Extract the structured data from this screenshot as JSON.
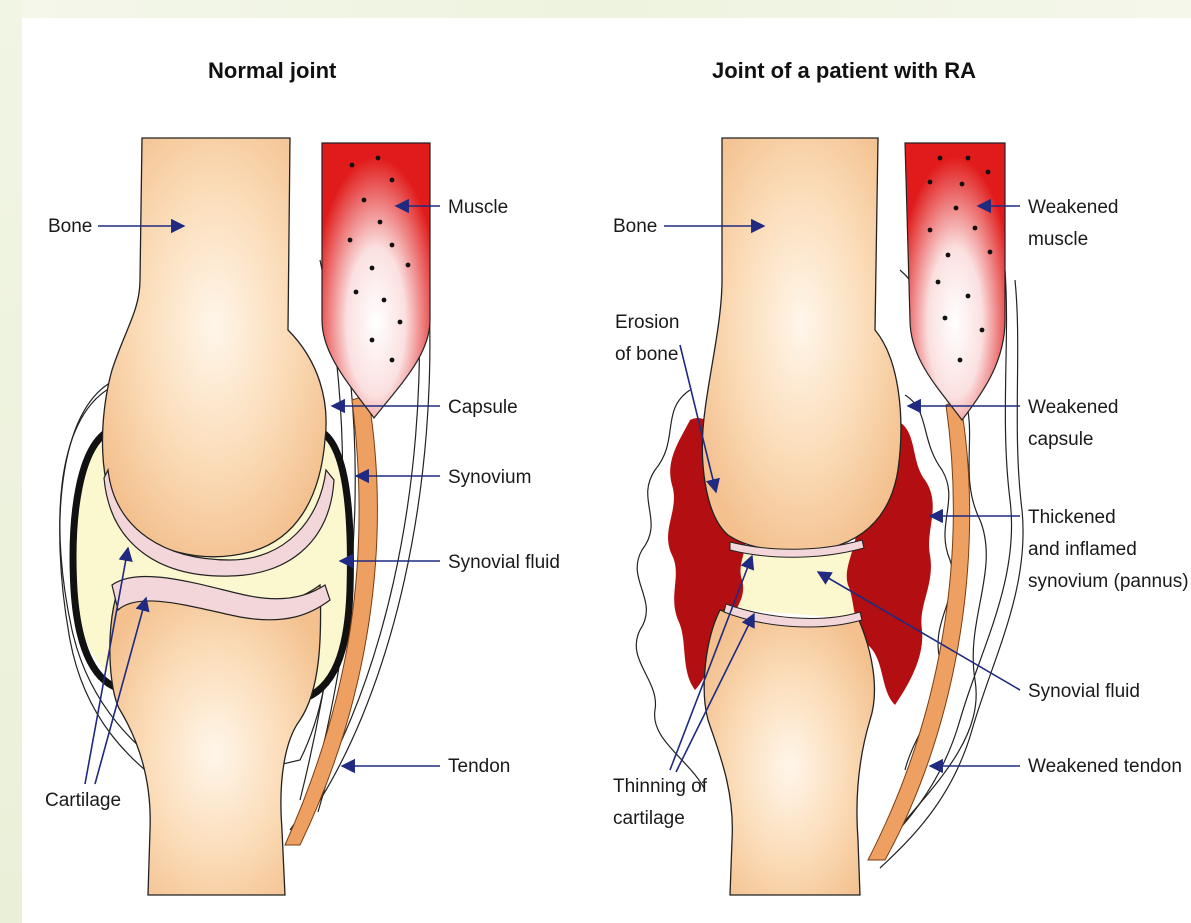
{
  "left": {
    "title": "Normal joint",
    "labels": {
      "bone": "Bone",
      "muscle": "Muscle",
      "capsule": "Capsule",
      "synovium": "Synovium",
      "synovial_fluid": "Synovial fluid",
      "tendon": "Tendon",
      "cartilage": "Cartilage"
    }
  },
  "right": {
    "title": "Joint of a patient with RA",
    "labels": {
      "bone": "Bone",
      "weakened_muscle_1": "Weakened",
      "weakened_muscle_2": "muscle",
      "erosion_1": "Erosion",
      "erosion_2": "of bone",
      "weakened_capsule_1": "Weakened",
      "weakened_capsule_2": "capsule",
      "pannus_1": "Thickened",
      "pannus_2": "and inflamed",
      "pannus_3": "synovium (pannus)",
      "synovial_fluid": "Synovial fluid",
      "weakened_tendon": "Weakened tendon",
      "thinning_1": "Thinning of",
      "thinning_2": "cartilage"
    }
  },
  "colors": {
    "bone": "#f6c99d",
    "bone_light": "#fff5e8",
    "muscle": "#d91a1a",
    "fluid": "#fbf7cf",
    "cartilage": "#f3d6d9",
    "pannus": "#b30f12",
    "tendon": "#eda062",
    "arrow": "#1f2a80"
  }
}
